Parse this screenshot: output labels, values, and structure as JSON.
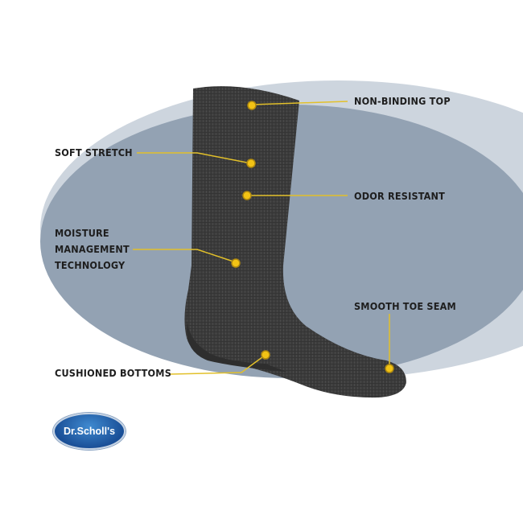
{
  "features": {
    "non_binding_top": "NON-BINDING TOP",
    "soft_stretch": "SOFT STRETCH",
    "odor_resistant": "ODOR RESISTANT",
    "moisture_line1": "MOISTURE",
    "moisture_line2": "MANAGEMENT",
    "moisture_line3": "TECHNOLOGY",
    "smooth_toe_seam": "SMOOTH TOE SEAM",
    "cushioned_bottoms": "CUSHIONED BOTTOMS"
  },
  "brand": {
    "logo_text": "Dr.Scholl's"
  },
  "colors": {
    "callout": "#f2c315",
    "sock": "#3b3b3b",
    "ellipse_outer": "#cdd5de",
    "ellipse_inner": "#93a2b3",
    "logo": "#1d5aa5"
  }
}
